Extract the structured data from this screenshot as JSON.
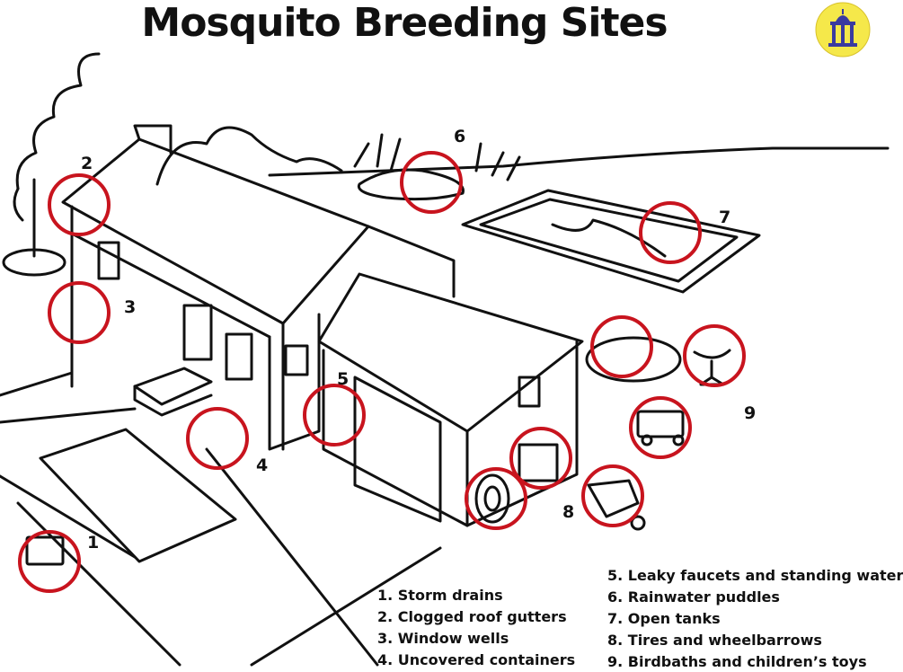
{
  "title": "Mosquito Breeding Sites",
  "logo_icon": "temple-emblem-icon",
  "colors": {
    "marker": "#c8141e",
    "line": "#111111",
    "logo_fill": "#f5e84a"
  },
  "markers": [
    {
      "number": "1",
      "site": "storm-drain"
    },
    {
      "number": "2",
      "site": "roof-gutter"
    },
    {
      "number": "3",
      "site": "window-well"
    },
    {
      "number": "4",
      "site": "uncovered-container"
    },
    {
      "number": "5",
      "site": "leaky-faucet"
    },
    {
      "number": "6",
      "site": "rainwater-puddle"
    },
    {
      "number": "7",
      "site": "open-tank"
    },
    {
      "number": "8",
      "site": "tires-wheelbarrow"
    },
    {
      "number": "9",
      "site": "birdbath-toys"
    }
  ],
  "legend": [
    "1.  Storm drains",
    "2.  Clogged roof gutters",
    "3.  Window wells",
    "4.  Uncovered containers",
    "5.  Leaky faucets and standing water",
    "6.   Rainwater puddles",
    "7.  Open tanks",
    "8.  Tires and wheelbarrows",
    "9.  Birdbaths and children’s toys"
  ]
}
